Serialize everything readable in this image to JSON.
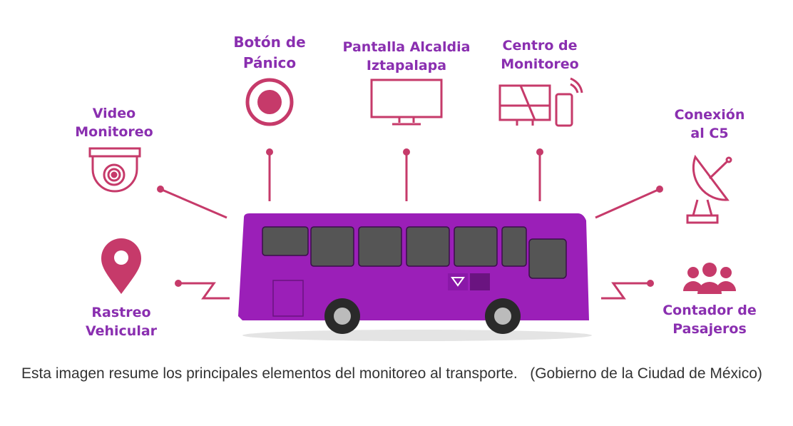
{
  "features": {
    "panic_button": {
      "line1": "Botón de",
      "line2": "Pánico"
    },
    "screen": {
      "line1": "Pantalla Alcaldia",
      "line2": "Iztapalapa"
    },
    "monitoring_center": {
      "line1": "Centro de",
      "line2": "Monitoreo"
    },
    "video": {
      "line1": "Video",
      "line2": "Monitoreo"
    },
    "c5": {
      "line1": "Conexión",
      "line2": "al C5"
    },
    "tracking": {
      "line1": "Rastreo",
      "line2": "Vehicular"
    },
    "counter": {
      "line1": "Contador de",
      "line2": "Pasajeros"
    }
  },
  "caption": {
    "text": "Esta imagen resume los principales elementos del monitoreo al transporte.",
    "credit": "(Gobierno de la Ciudad de México)"
  },
  "colors": {
    "label": "#8a2fb0",
    "icon": "#c63a6a",
    "bus": "#9b1fb8"
  }
}
